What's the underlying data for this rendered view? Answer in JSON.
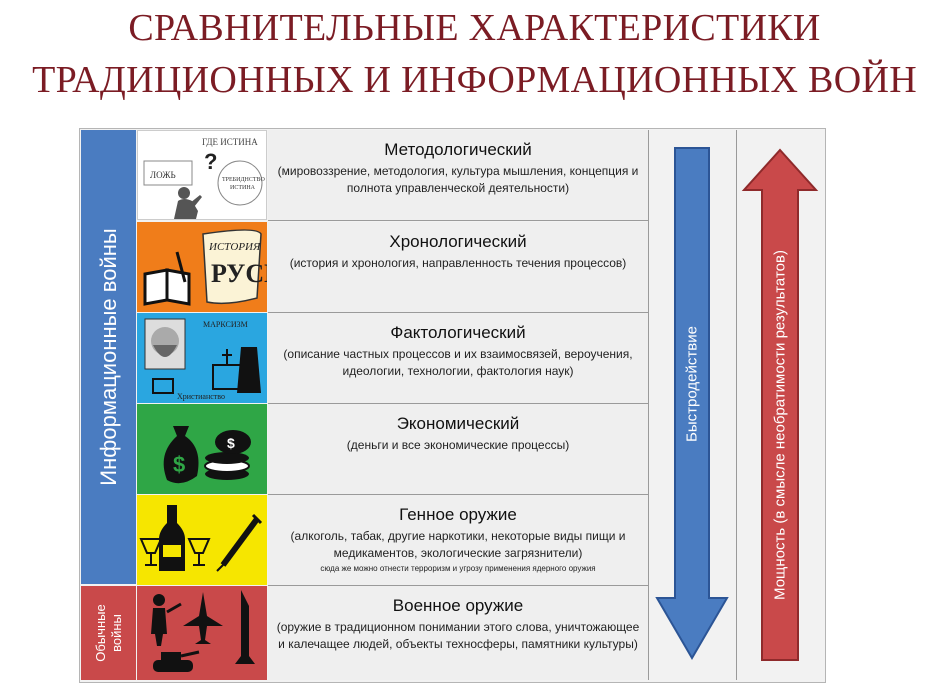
{
  "title": {
    "line1": "СРАВНИТЕЛЬНЫЕ ХАРАКТЕРИСТИКИ",
    "line2": "ТРАДИЦИОННЫХ И ИНФОРМАЦИОННЫХ ВОЙН"
  },
  "sidebar": {
    "info_label": "Информационные войны",
    "conventional_label": "Обычные войны"
  },
  "rows": [
    {
      "heading": "Методологический",
      "sub": "(мировоззрение, методология, культура мышления, концепция и полнота управленческой деятельности)",
      "icon_color": "#ffffff",
      "icon_texts": {
        "top": "ГДЕ ИСТИНА",
        "q": "?",
        "left": "ЛОЖЬ",
        "right": "ТРЕБИДНСТВО ИСТИНА"
      }
    },
    {
      "heading": "Хронологический",
      "sub": "(история и хронология, направленность течения процессов)",
      "icon_color": "#f07d1a",
      "icon_texts": {
        "scroll1": "ИСТОРИЯ",
        "scroll2": "РУСИ"
      }
    },
    {
      "heading": "Фактологический",
      "sub": "(описание частных процессов и их взаимосвязей, вероучения, идеологии, технологии, фактология наук)",
      "icon_color": "#2aa6e0",
      "icon_texts": {
        "top": "МАРКСИЗМ",
        "bottom": "Христианство"
      }
    },
    {
      "heading": "Экономический",
      "sub": "(деньги и все экономические процессы)",
      "icon_color": "#2fa646",
      "icon_texts": {
        "bag": "$",
        "coin": "$"
      }
    },
    {
      "heading": "Генное оружие",
      "sub": "(алкоголь, табак, другие наркотики, некоторые виды пищи и медикаментов, экологические загрязнители)",
      "note": "сюда же можно отнести терроризм и угрозу применения ядерного оружия",
      "icon_color": "#f6e600"
    },
    {
      "heading": "Военное оружие",
      "sub": "(оружие в традиционном понимании этого слова, уничтожающее и калечащее людей, объекты техносферы, памятники культуры)",
      "icon_color": "#c9494a"
    }
  ],
  "arrows": {
    "speed_label": "Быстродействие",
    "speed_color": "#4a7cc1",
    "power_label": "Мощность (в смысле необратимости результатов)",
    "power_color": "#c9494a"
  }
}
